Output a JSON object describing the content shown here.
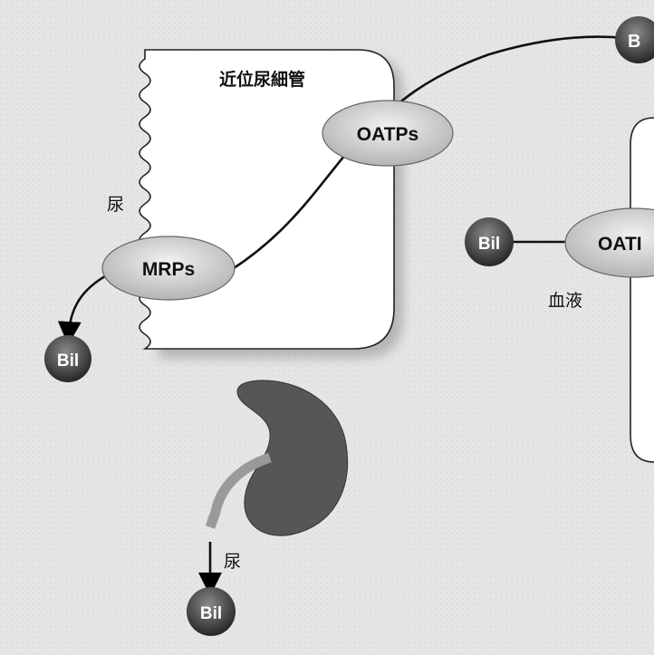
{
  "tubule_label": "近位尿細管",
  "urine_label": "尿",
  "blood_label": "血液",
  "transporters": {
    "oatps": "OATPs",
    "mrps": "MRPs",
    "oatp_cut": "OATI"
  },
  "bilirubin": {
    "top_right": "B",
    "blood_side": "Bil",
    "urine_side": "Bil",
    "kidney_outflow": "Bil"
  },
  "kidney_urine_label": "尿",
  "colors": {
    "background": "#e6e6e6",
    "cell_fill": "#ffffff",
    "transporter_fill": "#cfcfcf",
    "bil_fill": "#444444",
    "kidney_fill": "#5a5a5a"
  }
}
